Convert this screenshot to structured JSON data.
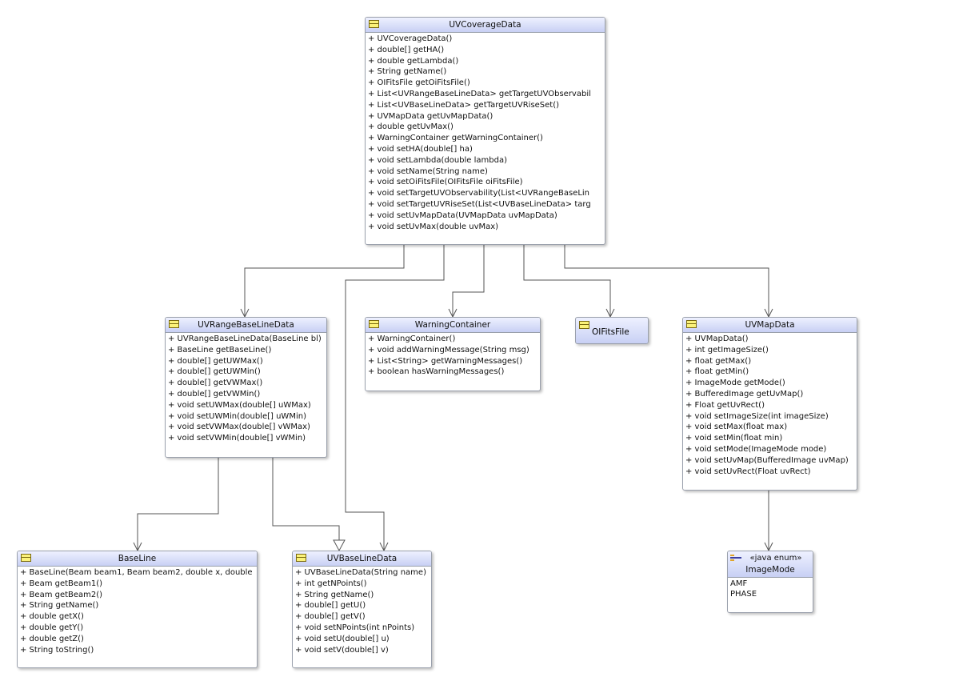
{
  "classes": {
    "uvcoveragedata": {
      "name": "UVCoverageData",
      "members": [
        "+ UVCoverageData()",
        "+ double[] getHA()",
        "+ double getLambda()",
        "+ String getName()",
        "+ OIFitsFile getOiFitsFile()",
        "+ List<UVRangeBaseLineData> getTargetUVObservabil",
        "+ List<UVBaseLineData> getTargetUVRiseSet()",
        "+ UVMapData getUvMapData()",
        "+ double getUvMax()",
        "+ WarningContainer getWarningContainer()",
        "+ void setHA(double[] ha)",
        "+ void setLambda(double lambda)",
        "+ void setName(String name)",
        "+ void setOiFitsFile(OIFitsFile oiFitsFile)",
        "+ void setTargetUVObservability(List<UVRangeBaseLin",
        "+ void setTargetUVRiseSet(List<UVBaseLineData> targ",
        "+ void setUvMapData(UVMapData uvMapData)",
        "+ void setUvMax(double uvMax)"
      ]
    },
    "uvrangebaselinedata": {
      "name": "UVRangeBaseLineData",
      "members": [
        "+ UVRangeBaseLineData(BaseLine bl)",
        "+ BaseLine getBaseLine()",
        "+ double[] getUWMax()",
        "+ double[] getUWMin()",
        "+ double[] getVWMax()",
        "+ double[] getVWMin()",
        "+ void setUWMax(double[] uWMax)",
        "+ void setUWMin(double[] uWMin)",
        "+ void setVWMax(double[] vWMax)",
        "+ void setVWMin(double[] vWMin)"
      ]
    },
    "warningcontainer": {
      "name": "WarningContainer",
      "members": [
        "+ WarningContainer()",
        "+ void addWarningMessage(String msg)",
        "+ List<String> getWarningMessages()",
        "+ boolean hasWarningMessages()"
      ]
    },
    "oifitsfile": {
      "name": "OIFitsFile",
      "members": []
    },
    "uvmapdata": {
      "name": "UVMapData",
      "members": [
        "+ UVMapData()",
        "+ int getImageSize()",
        "+ float getMax()",
        "+ float getMin()",
        "+ ImageMode getMode()",
        "+ BufferedImage getUvMap()",
        "+ Float getUvRect()",
        "+ void setImageSize(int imageSize)",
        "+ void setMax(float max)",
        "+ void setMin(float min)",
        "+ void setMode(ImageMode mode)",
        "+ void setUvMap(BufferedImage uvMap)",
        "+ void setUvRect(Float uvRect)"
      ]
    },
    "baseline": {
      "name": "BaseLine",
      "members": [
        "+ BaseLine(Beam beam1, Beam beam2, double x, double",
        "+ Beam getBeam1()",
        "+ Beam getBeam2()",
        "+ String getName()",
        "+ double getX()",
        "+ double getY()",
        "+ double getZ()",
        "+ String toString()"
      ]
    },
    "uvbaselinedata": {
      "name": "UVBaseLineData",
      "members": [
        "+ UVBaseLineData(String name)",
        "+ int getNPoints()",
        "+ String getName()",
        "+ double[] getU()",
        "+ double[] getV()",
        "+ void setNPoints(int nPoints)",
        "+ void setU(double[] u)",
        "+ void setV(double[] v)"
      ]
    },
    "imagemode": {
      "stereotype": "«java enum»",
      "name": "ImageMode",
      "members": [
        "AMF",
        "PHASE"
      ]
    }
  }
}
